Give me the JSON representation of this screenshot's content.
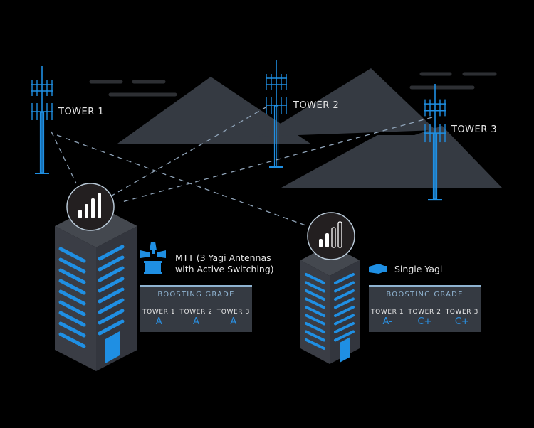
{
  "towers": [
    {
      "label": "TOWER 1"
    },
    {
      "label": "TOWER 2"
    },
    {
      "label": "TOWER 3"
    }
  ],
  "buildings": [
    {
      "name": "mtt-building",
      "signal_bars": 4,
      "signal_bars_filled": 4,
      "antenna_icon": "mtt-antenna-icon",
      "description_line1": "MTT (3 Yagi Antennas",
      "description_line2": "with Active Switching)",
      "grade_table": {
        "header": "BOOSTING GRADE",
        "columns": [
          {
            "tower": "TOWER 1",
            "grade": "A"
          },
          {
            "tower": "TOWER 2",
            "grade": "A"
          },
          {
            "tower": "TOWER 3",
            "grade": "A"
          }
        ]
      }
    },
    {
      "name": "single-yagi-building",
      "signal_bars": 4,
      "signal_bars_filled": 2,
      "antenna_icon": "yagi-antenna-icon",
      "description_line1": "Single Yagi",
      "description_line2": "",
      "grade_table": {
        "header": "BOOSTING GRADE",
        "columns": [
          {
            "tower": "TOWER 1",
            "grade": "A-"
          },
          {
            "tower": "TOWER 2",
            "grade": "C+"
          },
          {
            "tower": "TOWER 3",
            "grade": "C+"
          }
        ]
      }
    }
  ],
  "colors": {
    "background": "#000000",
    "mountain": "#353a42",
    "building_face": "#3a3d45",
    "building_side": "#2e3139",
    "accent_blue": "#1f8fe3",
    "grade_header": "#8fb3d1",
    "signal_circle": "#231f20",
    "text": "#e6e6e6",
    "dash_line": "#8fa3b8"
  }
}
